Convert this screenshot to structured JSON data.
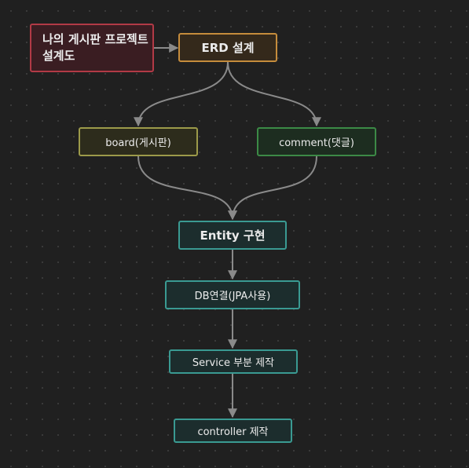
{
  "diagram": {
    "nodes": {
      "title": "나의 게시판 프로젝트 설계도",
      "erd": "ERD 설계",
      "board": "board(게시판)",
      "comment": "comment(댓글)",
      "entity": "Entity 구현",
      "db": "DB연결(JPA사용)",
      "service": "Service 부분 제작",
      "controller": "controller 제작"
    },
    "edges": [
      [
        "title",
        "erd"
      ],
      [
        "erd",
        "board"
      ],
      [
        "erd",
        "comment"
      ],
      [
        "board",
        "entity"
      ],
      [
        "comment",
        "entity"
      ],
      [
        "entity",
        "db"
      ],
      [
        "db",
        "service"
      ],
      [
        "service",
        "controller"
      ]
    ],
    "colors": {
      "background": "#202020",
      "edge": "#8a8a8a",
      "title_border": "#b23a46",
      "erd_border": "#c58c3c",
      "board_border": "#9c9a4a",
      "comment_border": "#3c8a46",
      "flow_border": "#3a9a92"
    }
  }
}
